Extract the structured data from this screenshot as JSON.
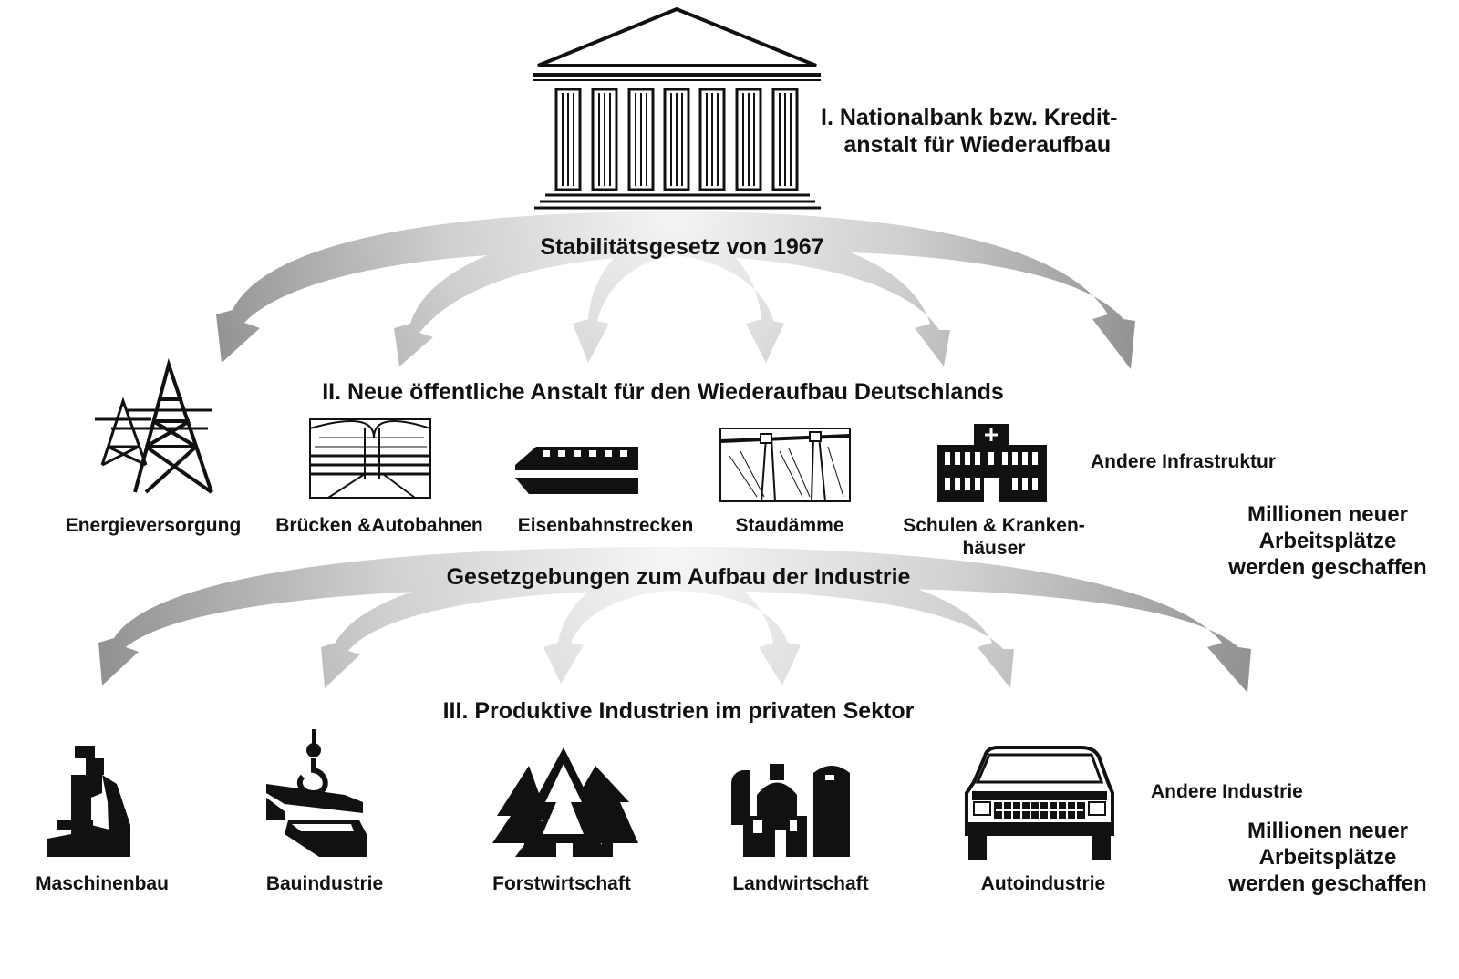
{
  "tier1": {
    "title_line1": "I. Nationalbank bzw. Kredit-",
    "title_line2": "anstalt für Wiederaufbau",
    "arrow_label": "Stabilitätsgesetz von 1967"
  },
  "tier2": {
    "title": "II. Neue öffentliche Anstalt für den Wiederaufbau Deutschlands",
    "items": [
      {
        "label": "Energieversorgung",
        "icon": "power-pylon-icon"
      },
      {
        "label": "Brücken &Autobahnen",
        "icon": "bridge-highway-icon"
      },
      {
        "label": "Eisenbahnstrecken",
        "icon": "train-icon"
      },
      {
        "label": "Staudämme",
        "icon": "dam-icon"
      },
      {
        "label": "Schulen & Kranken-",
        "label2": "häuser",
        "icon": "hospital-icon"
      }
    ],
    "other": "Andere Infrastruktur",
    "jobs": [
      "Millionen neuer",
      "Arbeitsplätze",
      "werden geschaffen"
    ],
    "arrow_label": "Gesetzgebungen zum Aufbau der Industrie"
  },
  "tier3": {
    "title": "III. Produktive Industrien im privaten Sektor",
    "items": [
      {
        "label": "Maschinenbau",
        "icon": "machine-tool-icon"
      },
      {
        "label": "Bauindustrie",
        "icon": "crane-hook-girder-icon"
      },
      {
        "label": "Forstwirtschaft",
        "icon": "forest-trees-icon"
      },
      {
        "label": "Landwirtschaft",
        "icon": "farm-barn-silo-icon"
      },
      {
        "label": "Autoindustrie",
        "icon": "car-icon"
      }
    ],
    "other": "Andere Industrie",
    "jobs": [
      "Millionen neuer",
      "Arbeitsplätze",
      "werden geschaffen"
    ]
  }
}
